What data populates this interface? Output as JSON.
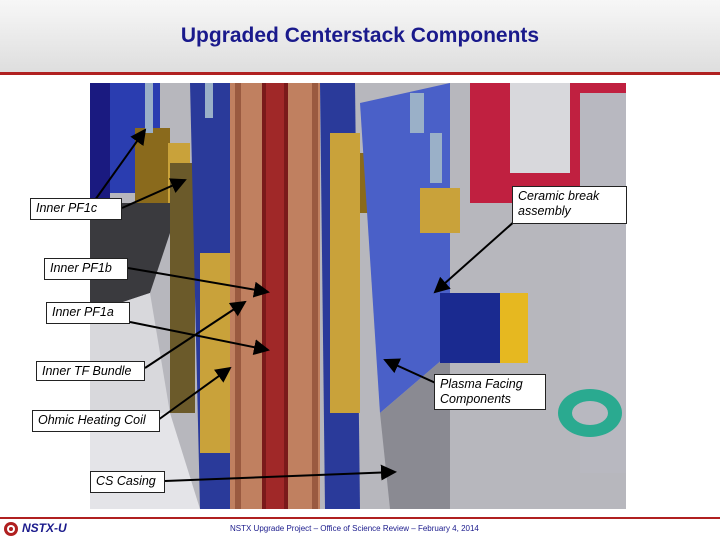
{
  "header": {
    "title": "Upgraded Centerstack Components"
  },
  "labels": {
    "inner_pf1c": "Inner PF1c",
    "ceramic_break": "Ceramic break\nassembly",
    "inner_pf1b": "Inner PF1b",
    "inner_pf1a": "Inner PF1a",
    "inner_tf": "Inner TF Bundle",
    "plasma_facing": "Plasma Facing\nComponents",
    "ohmic": "Ohmic Heating Coil",
    "cs_casing": "CS Casing"
  },
  "footer": {
    "logo": "NSTX-U",
    "text": "NSTX Upgrade Project – Office of Science Review – February 4, 2014"
  },
  "colors": {
    "title": "#1a1a8c",
    "rule": "#b02020"
  }
}
